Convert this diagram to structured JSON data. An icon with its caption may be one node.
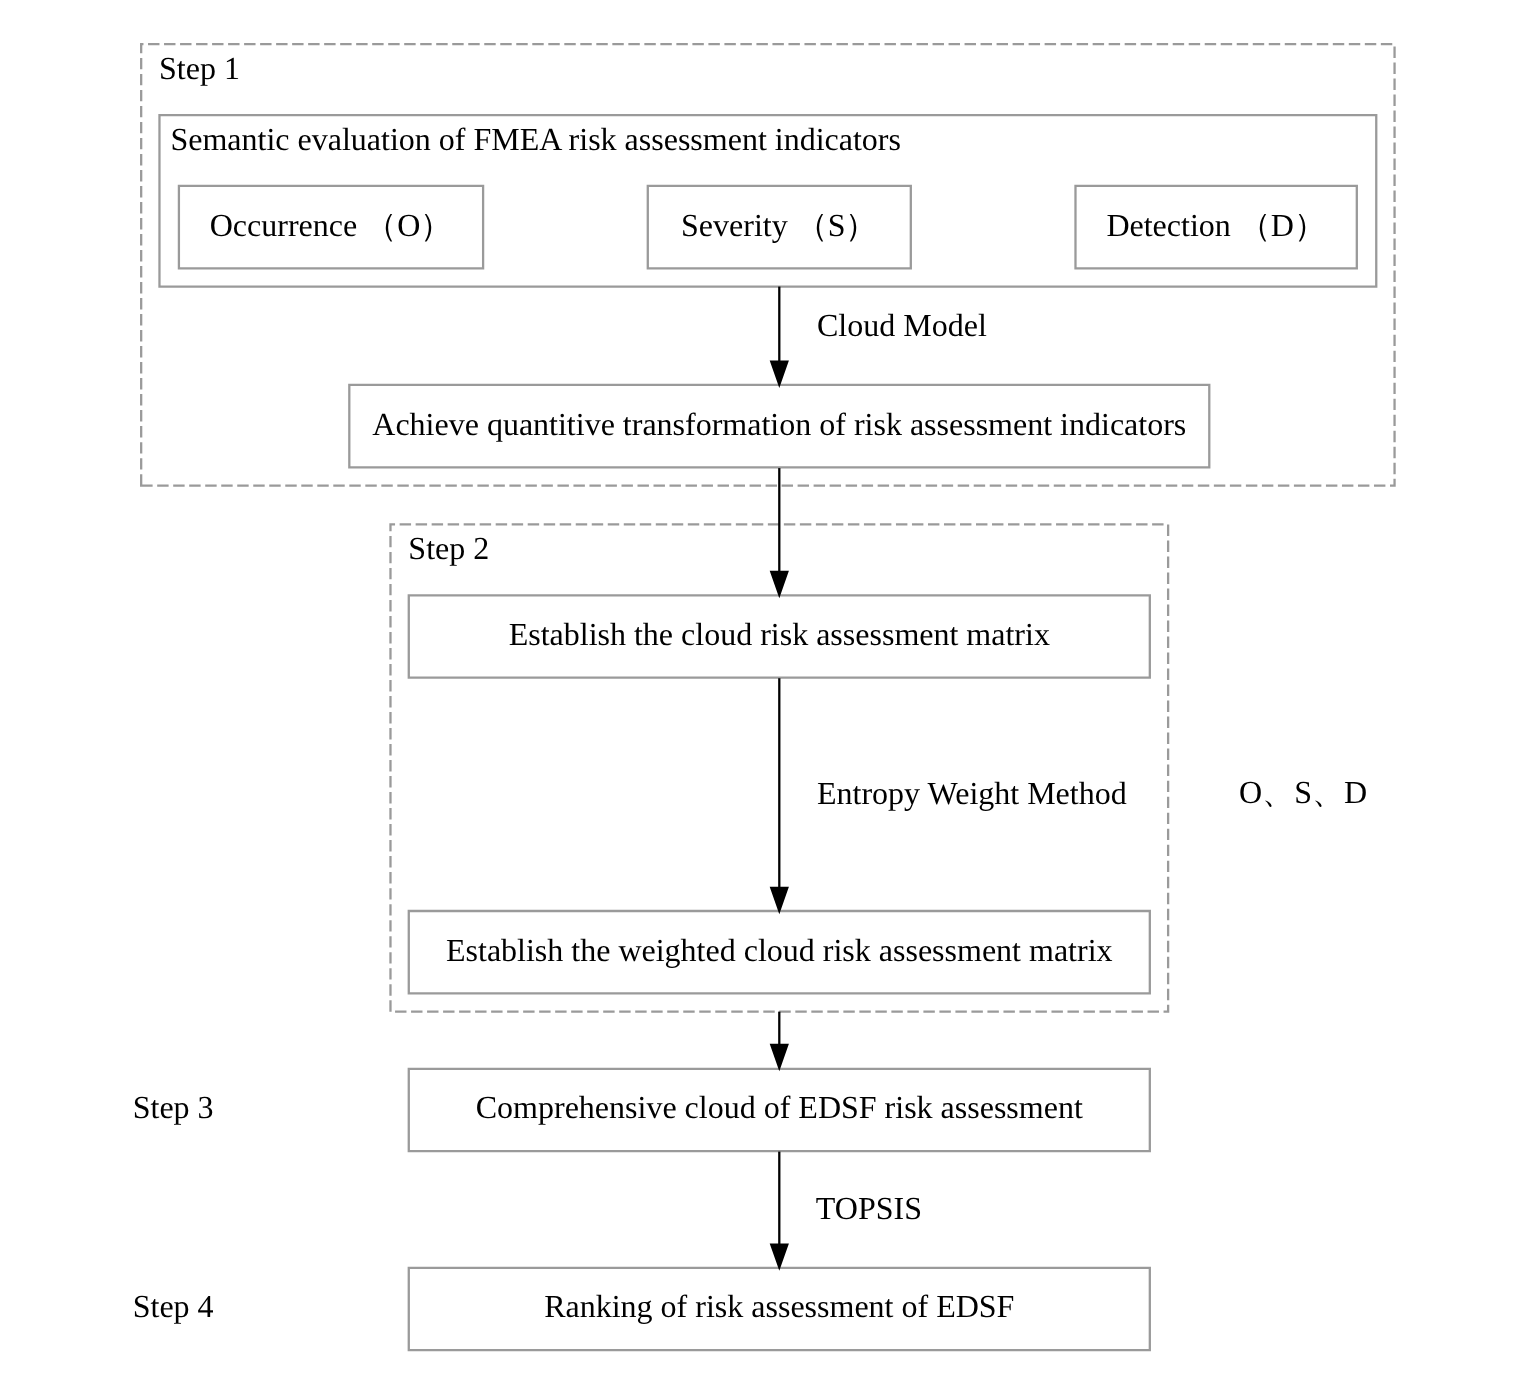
{
  "diagram": {
    "nodes": [
      {
        "text": [
          "Step 1"
        ]
      },
      {
        "text": [
          "Semantic evaluation of FMEA risk assessment indicators"
        ],
        "in": 0
      },
      {
        "text": [
          "Occurrence （O）"
        ],
        "in": 1
      },
      {
        "text": [
          "Severity （S）"
        ],
        "in": 1
      },
      {
        "text": [
          "Detection （D）"
        ],
        "in": 1
      },
      {
        "text": [
          "Achieve quantitive transformation of risk assessment indicators"
        ],
        "in": 0
      },
      {
        "text": [
          "Step 2"
        ]
      },
      {
        "text": [
          "Establish the cloud risk assessment matrix"
        ],
        "in": 6
      },
      {
        "text": [
          "Establish the weighted cloud risk assessment matrix"
        ],
        "in": 6
      },
      {
        "text": [
          "Comprehensive cloud of EDSF risk assessment"
        ]
      },
      {
        "text": [
          "Ranking of risk assessment of EDSF"
        ]
      }
    ],
    "edges": [
      {
        "from": 1,
        "to": 5,
        "arrow": "to",
        "label": "Cloud Model"
      },
      {
        "from": 5,
        "to": 7,
        "arrow": "to"
      },
      {
        "from": 7,
        "to": 8,
        "arrow": "to",
        "label": "Entropy Weight Method"
      },
      {
        "from": 6,
        "to": 9,
        "arrow": "to"
      },
      {
        "from": 9,
        "to": 10,
        "arrow": "to",
        "label": "TOPSIS"
      }
    ],
    "labels": [
      "O、S、D",
      "Step 3",
      "Step 4"
    ]
  }
}
